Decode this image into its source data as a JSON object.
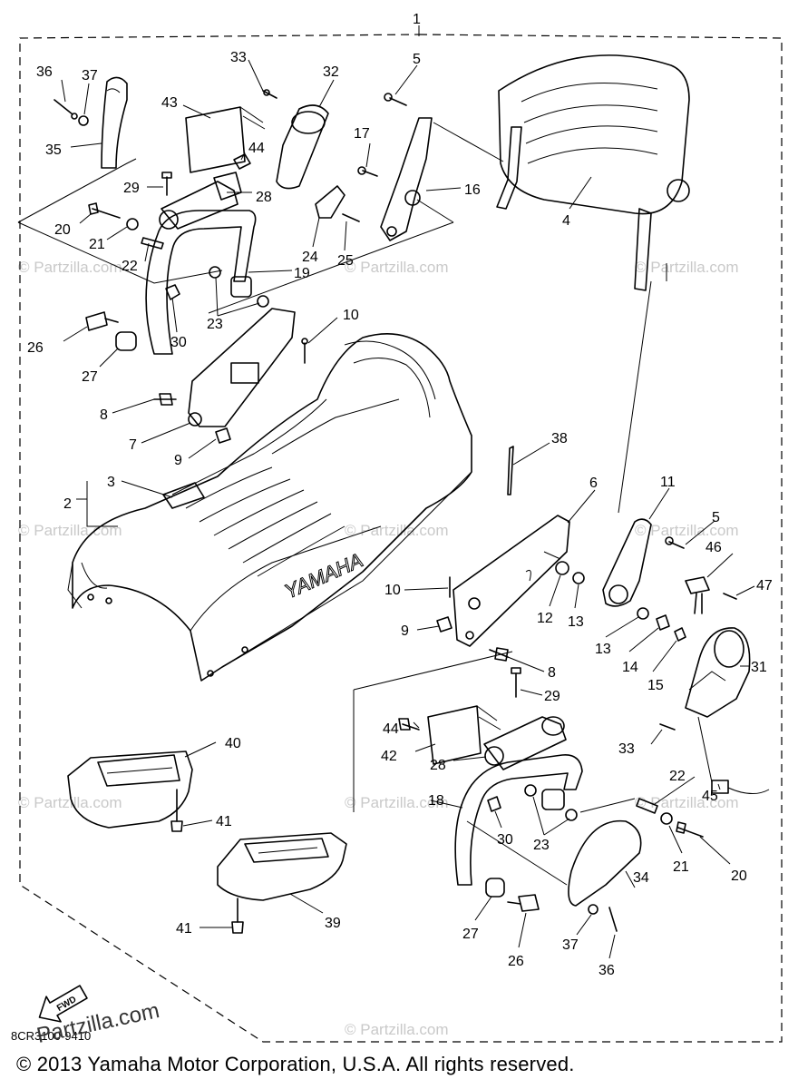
{
  "watermark": "© Partzilla.com",
  "watermark_corner": "Partzilla.com",
  "diagram_code": "8CR3100-9410",
  "fwd_label": "FWD",
  "seat_brand": "YAMAHA",
  "copyright": "© 2013  Yamaha Motor Corporation, U.S.A. All rights reserved.",
  "callouts": [
    "1",
    "2",
    "3",
    "4",
    "5",
    "5",
    "6",
    "7",
    "8",
    "8",
    "9",
    "9",
    "10",
    "10",
    "11",
    "12",
    "13",
    "13",
    "14",
    "15",
    "16",
    "17",
    "18",
    "19",
    "20",
    "20",
    "21",
    "21",
    "22",
    "22",
    "23",
    "23",
    "24",
    "25",
    "26",
    "26",
    "27",
    "27",
    "28",
    "28",
    "29",
    "29",
    "30",
    "30",
    "31",
    "32",
    "33",
    "33",
    "34",
    "35",
    "36",
    "36",
    "37",
    "37",
    "38",
    "39",
    "40",
    "41",
    "41",
    "42",
    "43",
    "44",
    "44",
    "45",
    "46",
    "47"
  ]
}
